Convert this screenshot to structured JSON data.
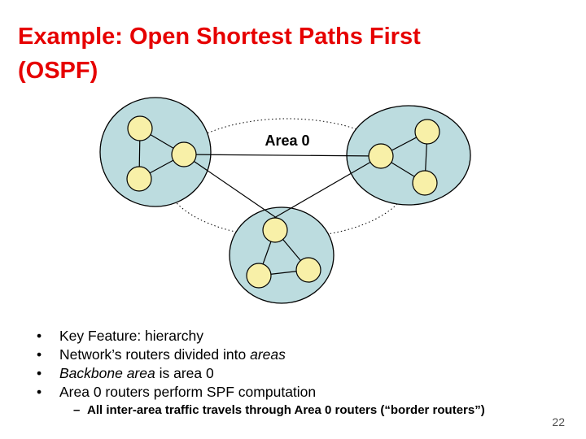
{
  "slide": {
    "title_line1": "Example: Open Shortest Paths First",
    "title_line2": "(OSPF)",
    "page_number": "22"
  },
  "diagram": {
    "area_label": "Area 0",
    "colors": {
      "title_red": "#e60000",
      "area_fill": "#bcdcdf",
      "router_fill": "#f8f0a8",
      "outline": "#000000"
    }
  },
  "bullet_markers": {
    "level1": "•",
    "level2": "–"
  },
  "bullets": [
    {
      "level": 1,
      "segments": [
        {
          "text": "Key Feature: hierarchy",
          "italic": false
        }
      ]
    },
    {
      "level": 1,
      "segments": [
        {
          "text": "Network’s routers divided into ",
          "italic": false
        },
        {
          "text": "areas",
          "italic": true
        }
      ]
    },
    {
      "level": 1,
      "segments": [
        {
          "text": "Backbone area",
          "italic": true
        },
        {
          "text": " is area 0",
          "italic": false
        }
      ]
    },
    {
      "level": 1,
      "segments": [
        {
          "text": "Area 0 routers perform SPF computation",
          "italic": false
        }
      ]
    },
    {
      "level": 2,
      "segments": [
        {
          "text": "All inter-area traffic travels through Area 0 routers (“border routers”)",
          "italic": false
        }
      ]
    }
  ]
}
